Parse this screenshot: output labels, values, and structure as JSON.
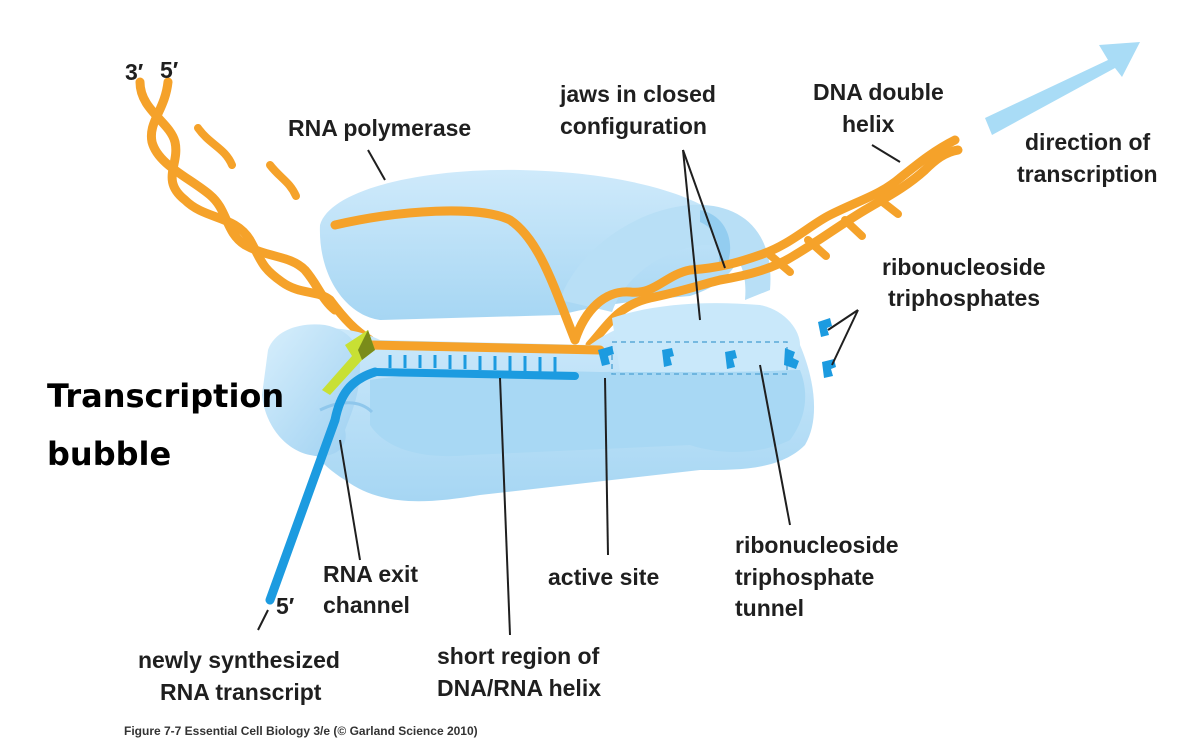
{
  "labels": {
    "strand_3": "3′",
    "strand_5": "5′",
    "rna_polymerase": "RNA polymerase",
    "jaws_line1": "jaws in closed",
    "jaws_line2": "configuration",
    "dna_helix_line1": "DNA double",
    "dna_helix_line2": "helix",
    "direction_line1": "direction of",
    "direction_line2": "transcription",
    "ntp_line1": "ribonucleoside",
    "ntp_line2": "triphosphates",
    "bubble_line1": "Transcription",
    "bubble_line2": "bubble",
    "exit_line1": "RNA exit",
    "exit_line2": "channel",
    "rna_5prime": "5′",
    "active_site": "active site",
    "tunnel_line1": "ribonucleoside",
    "tunnel_line2": "triphosphate",
    "tunnel_line3": "tunnel",
    "transcript_line1": "newly synthesized",
    "transcript_line2": "RNA transcript",
    "helix_region_line1": "short region of",
    "helix_region_line2": "DNA/RNA helix"
  },
  "caption": "Figure 7-7  Essential Cell Biology 3/e (© Garland Science 2010)",
  "colors": {
    "dna": "#f5a22a",
    "rna": "#1c9be0",
    "polymerase": "#bde2f8",
    "polymerase_shade": "#93cdf0",
    "arrow": "#a9dcf6",
    "bubble_marker": "#c8e034"
  }
}
